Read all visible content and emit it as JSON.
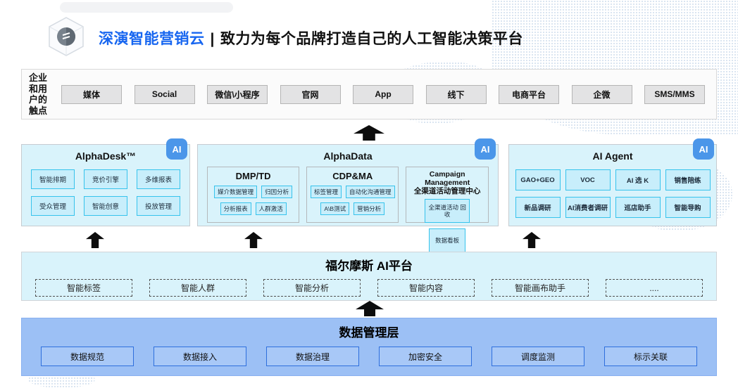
{
  "header": {
    "brand": "深演智能营销云",
    "divider": "|",
    "tagline": "致力为每个品牌打造自己的人工智能决策平台",
    "brand_color": "#1766f0"
  },
  "touchpoints": {
    "label_lines": [
      "企业",
      "和用",
      "户的",
      "触点"
    ],
    "items": [
      "媒体",
      "Social",
      "微信\\小程序",
      "官网",
      "App",
      "线下",
      "电商平台",
      "企微",
      "SMS/MMS"
    ]
  },
  "panels": {
    "alphadesk": {
      "title": "AlphaDesk™",
      "ai_badge": "AI",
      "items": [
        "智能排期",
        "竞价引擎",
        "多维报表",
        "受众管理",
        "智能创意",
        "投放管理"
      ]
    },
    "alphadata": {
      "title": "AlphaData",
      "ai_badge": "AI",
      "groups": [
        {
          "title": "DMP/TD",
          "items": [
            "媒介数据管理",
            "归因分析",
            "分析报表",
            "人群激活"
          ]
        },
        {
          "title": "CDP&MA",
          "items": [
            "标签管理",
            "自动化沟通管理",
            "A\\B测试",
            "营销分析"
          ]
        },
        {
          "title": "Campaign Management\n全渠道活动管理中心",
          "items": [
            "全渠道活动\n回收",
            "数据看板"
          ]
        }
      ]
    },
    "ai_agent": {
      "title": "AI Agent",
      "ai_badge": "AI",
      "items": [
        "GAO+GEO",
        "VOC",
        "AI 选 K",
        "销售陪练",
        "新品调研",
        "AI消费者调研",
        "巡店助手",
        "智能导购"
      ]
    }
  },
  "holmes": {
    "title": "福尔摩斯 AI平台",
    "items": [
      "智能标签",
      "智能人群",
      "智能分析",
      "智能内容",
      "智能画布助手",
      "...."
    ]
  },
  "data_layer": {
    "title": "数据管理层",
    "items": [
      "数据规范",
      "数据接入",
      "数据治理",
      "加密安全",
      "调度监测",
      "标示关联"
    ]
  },
  "colors": {
    "brand_blue": "#1766f0",
    "panel_bg": "#d9f3fb",
    "cyan_item_bg": "#c8eefb",
    "cyan_item_border": "#36c3ec",
    "ai_badge_bg": "#4b96e9",
    "touchpoint_box_bg": "#e3e3e4",
    "data_layer_bg": "#9cc0f5",
    "data_box_border": "#2e6fdd",
    "arrow_color": "#0d0d0d"
  }
}
